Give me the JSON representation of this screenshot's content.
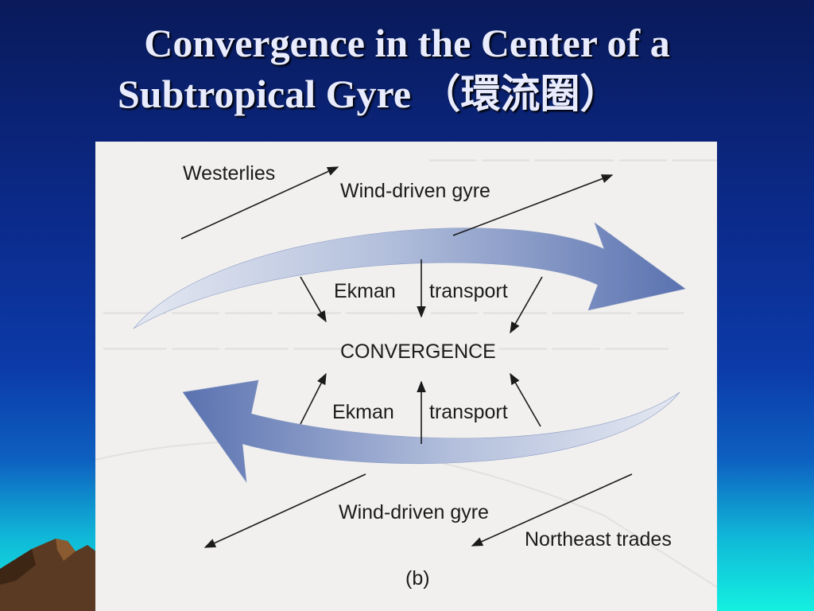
{
  "slide": {
    "title_line1": "Convergence in the Center of a",
    "title_line2": "Subtropical Gyre （環流圈）"
  },
  "figure": {
    "labels": {
      "westerlies": "Westerlies",
      "gyre_top": "Wind-driven gyre",
      "ekman_top_left": "Ekman",
      "transport_top_right": "transport",
      "convergence": "CONVERGENCE",
      "ekman_bottom_left": "Ekman",
      "transport_bottom_right": "transport",
      "gyre_bottom": "Wind-driven gyre",
      "northeast_trades": "Northeast trades",
      "panel_letter": "(b)"
    },
    "colors": {
      "gyre_arrow": "#5a72b0",
      "background": "#f1f0ee",
      "ink": "#1b1b1b"
    }
  }
}
